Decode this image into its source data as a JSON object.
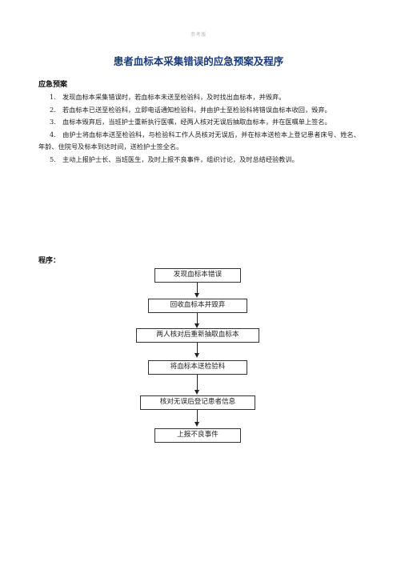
{
  "header_mark": "参考版",
  "title": "患者血标本采集错误的应急预案及程序",
  "section_plan": "应急预案",
  "steps": [
    {
      "num": "1.",
      "text": "发现血标本采集错误时，若血标本未送至检验科，及时找出血标本，并毁弃。"
    },
    {
      "num": "2.",
      "text": "若血标本已送至检验科，立即电话通知检验科，并由护士至检验科将错误血标本收回，毁弃。"
    },
    {
      "num": "3.",
      "text": "血标本毁弃后，当班护士重新执行医嘱，经两人核对无误后抽取血标本，并在医嘱单上签名。"
    },
    {
      "num": "4.",
      "text": "由护士将血标本送至检验科，与检验科工作人员核对无误后，并在标本送检本上登记患者床号、姓名、年龄、住院号及标本到达时间，送检护士签全名。"
    },
    {
      "num": "5.",
      "text": "主动上报护士长、当班医生，及时上报不良事件，组织讨论，及时总结经验教训。"
    }
  ],
  "section_procedure": "程序：",
  "flowchart": [
    "发现血标本错误",
    "回收血标本并毁弃",
    "两人核对后重新抽取血标本",
    "将血标本送检验科",
    "核对无误后登记患者信息",
    "上报不良事件"
  ]
}
